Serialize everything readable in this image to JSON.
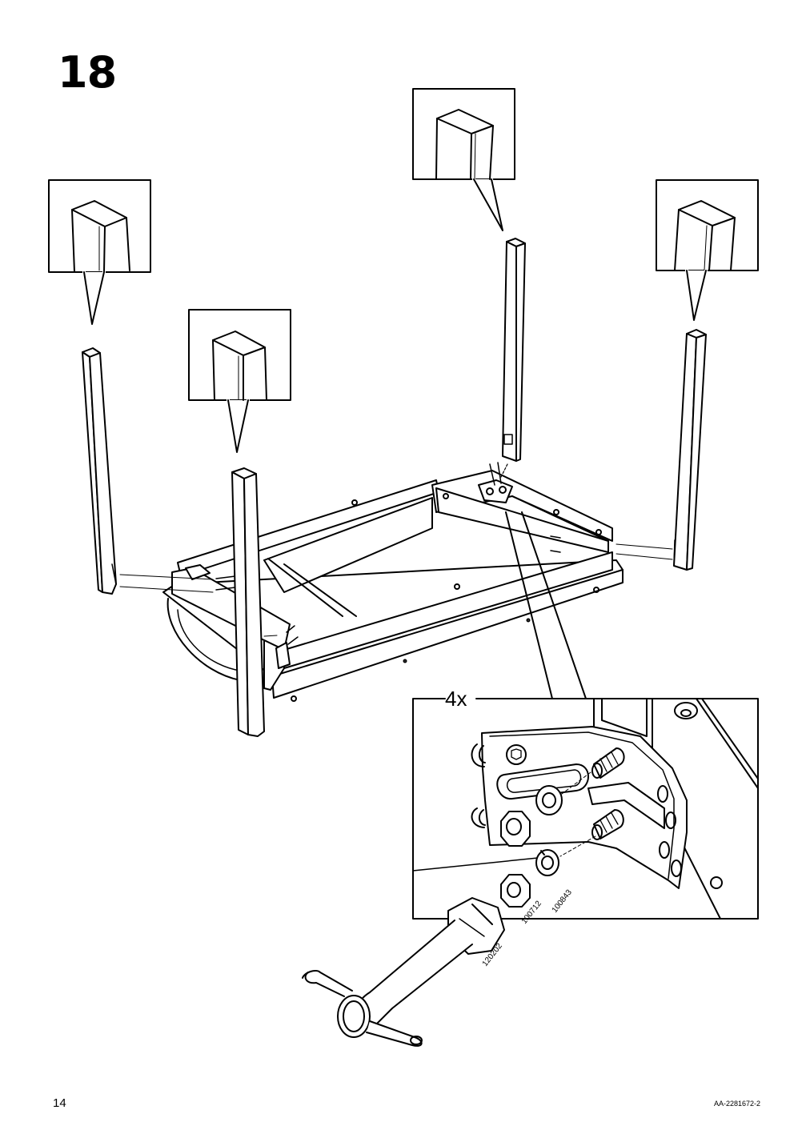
{
  "page": {
    "step_number": "18",
    "page_number": "14",
    "document_code": "AA-2281672-2"
  },
  "detail": {
    "quantity": "4x"
  },
  "parts": {
    "washer": "100843",
    "nut": "100712",
    "wrench": "120202"
  }
}
